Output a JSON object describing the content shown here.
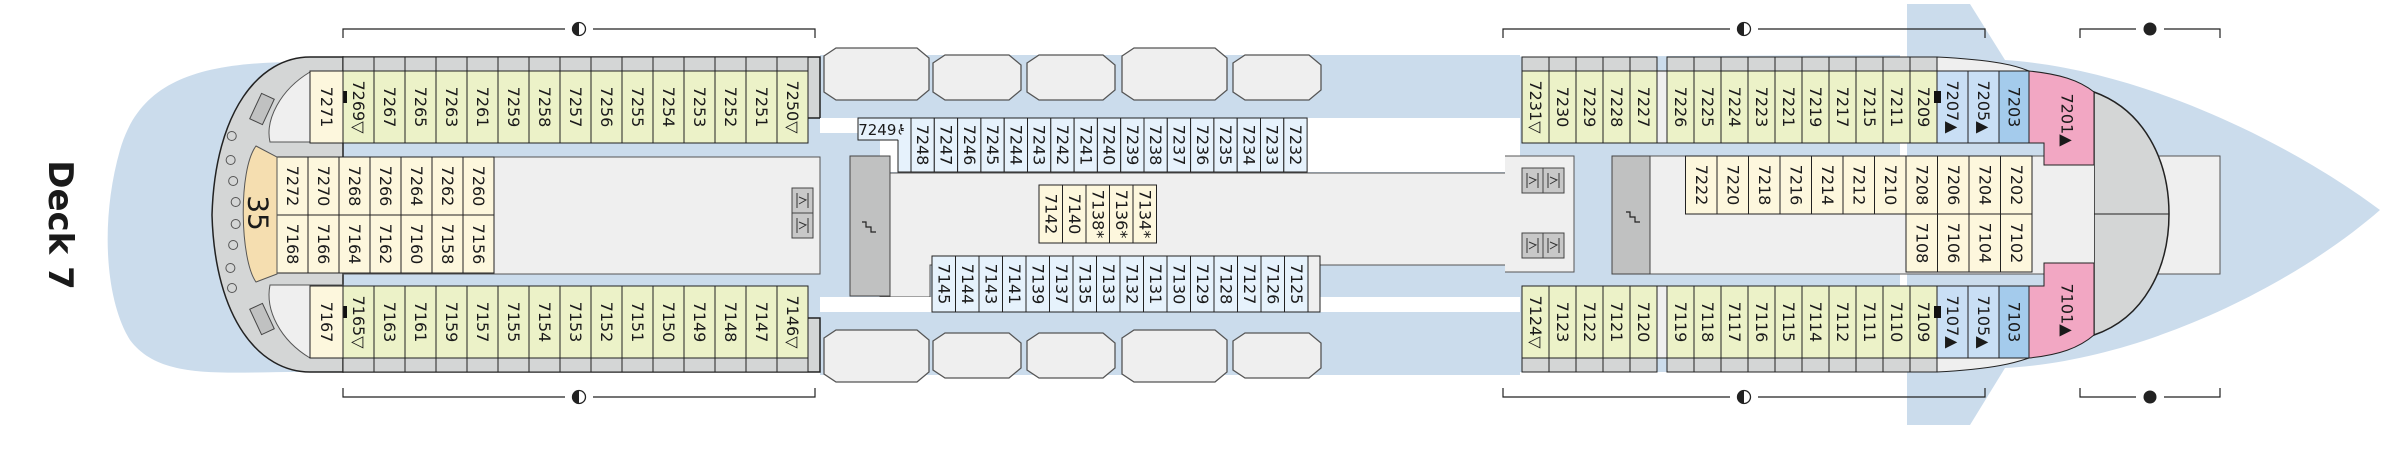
{
  "deck": {
    "title": "Deck 7",
    "venue_number": "35"
  },
  "colors": {
    "water": "#cbdcec",
    "hull_grey": "#d4d6d6",
    "corridor": "#efefef",
    "stair": "#c0c1c1",
    "balcony_green": "#ecf2c8",
    "inside_cream": "#fdf7dd",
    "oceanview_light_blue": "#e6f2fc",
    "junior_suite_blue": "#c9dff5",
    "suite_blue": "#a4cbec",
    "premium_suite_pink": "#f2a7c3",
    "venue_orange": "#f5deb0",
    "lifeboat": "#efefef",
    "line": "#222222"
  },
  "symbols": {
    "triangle_open": "▽",
    "triangle_solid": "▲",
    "connecting": "■",
    "accessible": "♿",
    "obstructed": "*",
    "half_sun": "◐",
    "full_dot": "●"
  },
  "cabins": {
    "aft_top_row": [
      {
        "no": "7269",
        "mark": "▽",
        "connect": true
      },
      {
        "no": "7267"
      },
      {
        "no": "7265"
      },
      {
        "no": "7263"
      },
      {
        "no": "7261"
      },
      {
        "no": "7259"
      },
      {
        "no": "7258"
      },
      {
        "no": "7257"
      },
      {
        "no": "7256"
      },
      {
        "no": "7255"
      },
      {
        "no": "7254"
      },
      {
        "no": "7253"
      },
      {
        "no": "7252"
      },
      {
        "no": "7251"
      },
      {
        "no": "7250",
        "mark": "▽"
      }
    ],
    "aft_top_corner": {
      "no": "7271"
    },
    "aft_bottom_row": [
      {
        "no": "7165",
        "mark": "▽",
        "connect": true
      },
      {
        "no": "7163"
      },
      {
        "no": "7161"
      },
      {
        "no": "7159"
      },
      {
        "no": "7157"
      },
      {
        "no": "7155"
      },
      {
        "no": "7154"
      },
      {
        "no": "7153"
      },
      {
        "no": "7152"
      },
      {
        "no": "7151"
      },
      {
        "no": "7150"
      },
      {
        "no": "7149"
      },
      {
        "no": "7148"
      },
      {
        "no": "7147"
      },
      {
        "no": "7146",
        "mark": "▽"
      }
    ],
    "aft_bottom_corner": {
      "no": "7167"
    },
    "aft_inside_top": [
      "7272",
      "7270",
      "7268",
      "7266",
      "7264",
      "7262",
      "7260"
    ],
    "aft_inside_bottom": [
      "7168",
      "7166",
      "7164",
      "7162",
      "7160",
      "7158",
      "7156"
    ],
    "mid_top_oceanview": [
      "7248",
      "7247",
      "7246",
      "7245",
      "7244",
      "7243",
      "7242",
      "7241",
      "7240",
      "7239",
      "7238",
      "7237",
      "7236",
      "7235",
      "7234",
      "7233",
      "7232"
    ],
    "mid_top_accessible": {
      "no": "7249",
      "mark": "♿"
    },
    "mid_inside": [
      {
        "no": "7142"
      },
      {
        "no": "7140"
      },
      {
        "no": "7138",
        "mark": "*"
      },
      {
        "no": "7136",
        "mark": "*"
      },
      {
        "no": "7134",
        "mark": "*"
      }
    ],
    "mid_bottom_oceanview": [
      "7145",
      "7144",
      "7143",
      "7141",
      "7139",
      "7137",
      "7135",
      "7133",
      "7132",
      "7131",
      "7130",
      "7129",
      "7128",
      "7127",
      "7126",
      "7125"
    ],
    "fwd_top_balcony_a": [
      {
        "no": "7231",
        "mark": "▽"
      },
      {
        "no": "7230"
      },
      {
        "no": "7229"
      },
      {
        "no": "7228"
      },
      {
        "no": "7227"
      }
    ],
    "fwd_top_balcony_b": [
      "7226",
      "7225",
      "7224",
      "7223",
      "7221",
      "7219",
      "7217",
      "7215",
      "7211",
      "7209"
    ],
    "fwd_top_junior": [
      {
        "no": "7207",
        "mark": "▲",
        "connect": true
      },
      {
        "no": "7205",
        "mark": "▲"
      }
    ],
    "fwd_top_suite": "7203",
    "fwd_top_premium": {
      "no": "7201",
      "mark": "▲"
    },
    "fwd_bottom_balcony_a": [
      {
        "no": "7124",
        "mark": "▽"
      },
      {
        "no": "7123"
      },
      {
        "no": "7122"
      },
      {
        "no": "7121"
      },
      {
        "no": "7120"
      }
    ],
    "fwd_bottom_balcony_b": [
      "7119",
      "7118",
      "7117",
      "7116",
      "7115",
      "7114",
      "7112",
      "7111",
      "7110",
      "7109"
    ],
    "fwd_bottom_junior": [
      {
        "no": "7107",
        "mark": "▲",
        "connect": true
      },
      {
        "no": "7105",
        "mark": "▲"
      }
    ],
    "fwd_bottom_suite": "7103",
    "fwd_bottom_premium": {
      "no": "7101",
      "mark": "▲"
    },
    "fwd_inside_top": [
      "7222",
      "7220",
      "7218",
      "7216",
      "7214",
      "7212",
      "7210",
      "7208",
      "7206",
      "7204",
      "7202"
    ],
    "fwd_inside_bottom": [
      "7108",
      "7106",
      "7104",
      "7102"
    ]
  }
}
